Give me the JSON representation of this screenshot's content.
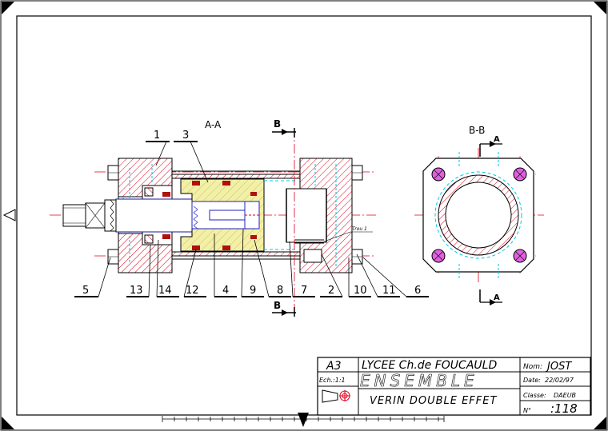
{
  "section_labels": {
    "main_section": "A-A",
    "side_section": "B-B",
    "cut_b": "B",
    "cut_a": "A",
    "hole_note": "Trou 1"
  },
  "part_numbers": [
    "1",
    "3",
    "5",
    "13",
    "14",
    "12",
    "4",
    "9",
    "8",
    "7",
    "2",
    "10",
    "11",
    "6"
  ],
  "title_block": {
    "format": "A3",
    "school": "LYCEE Ch.de FOUCAULD",
    "drawing_type": "ENSEMBLE",
    "scale": "Ech.:1:1",
    "title": "VERIN DOUBLE EFFET",
    "name_label": "Nom:",
    "name_value": "JOST",
    "date_label": "Date:",
    "date_value": "22/02/97",
    "class_label": "Classe:",
    "class_value": "DAEUB",
    "number_label": "N°",
    "number_value": ":118"
  },
  "colors": {
    "centerline": "#e0001b",
    "hidden": "#00c8e6",
    "hatch": "#e0001b",
    "piston": "#f2f0a6",
    "seal": "#b01010",
    "rod_blue": "#2020c0",
    "bolt_pink": "#e060e0"
  }
}
